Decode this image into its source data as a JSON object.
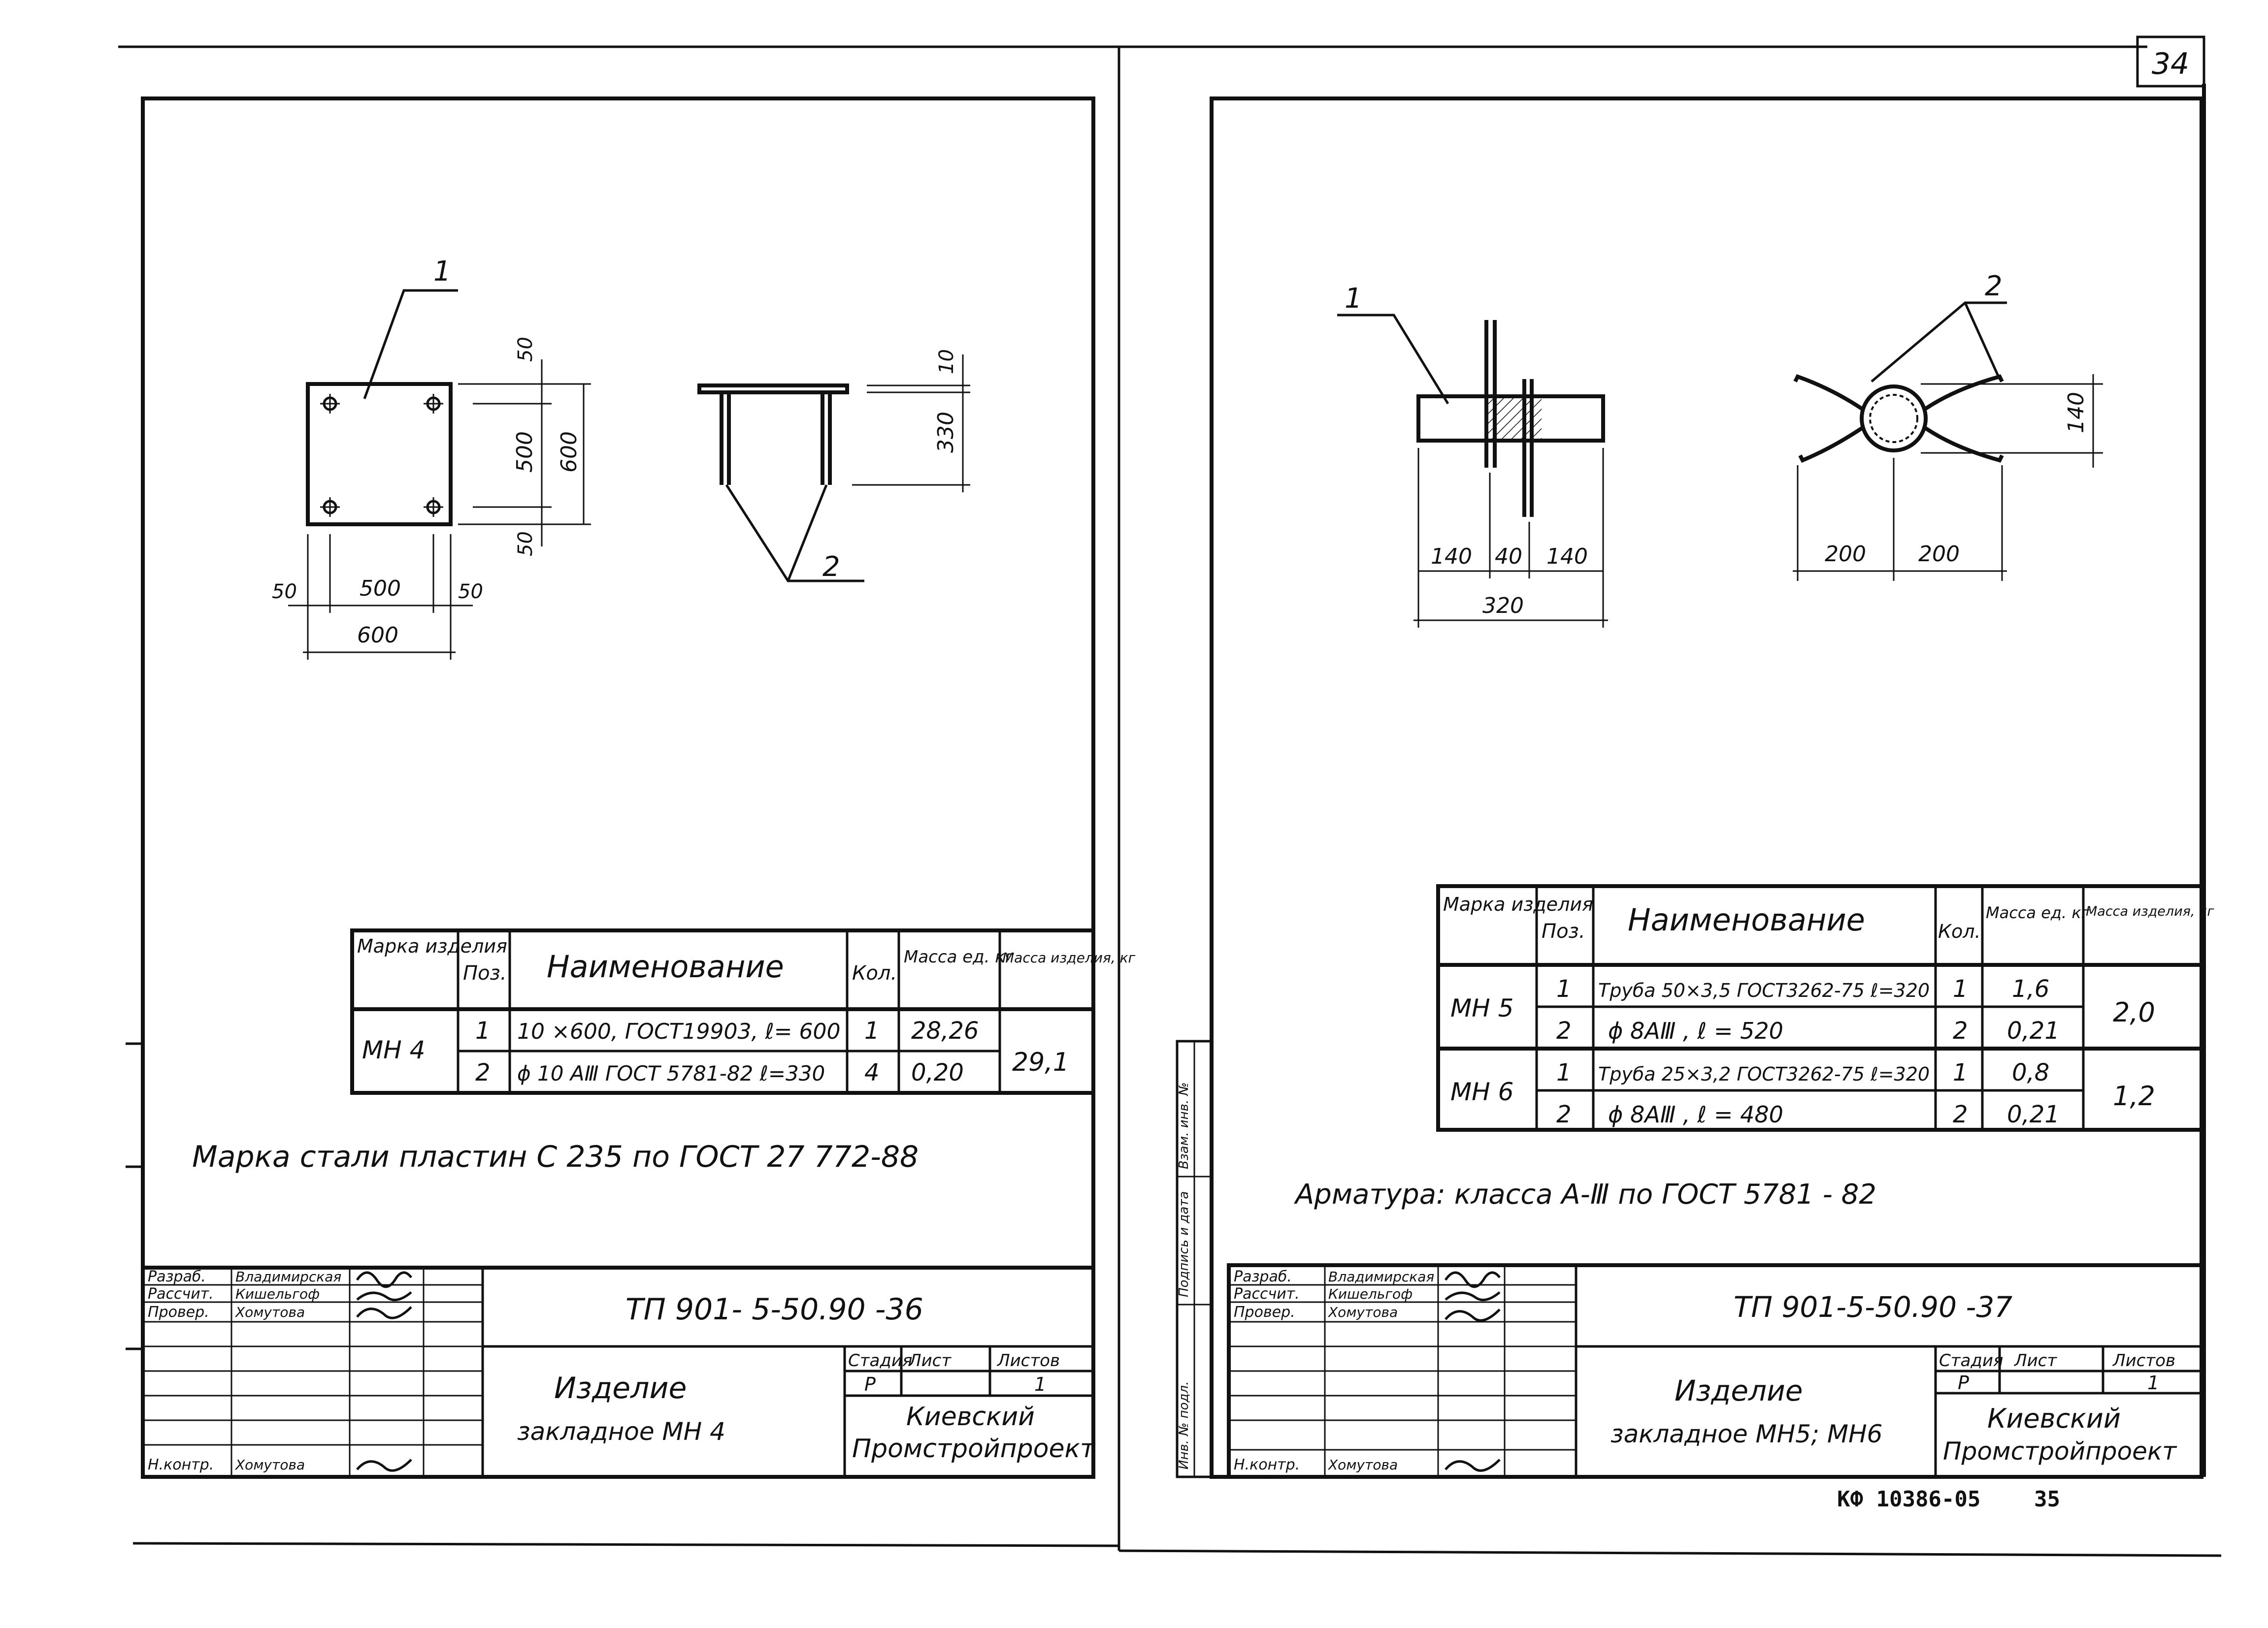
{
  "sheet_number": "34",
  "archive_code": "КФ 10386-05",
  "archive_page": "35",
  "side_stamp": [
    "Инв. № подл.",
    "Подпись и дата",
    "Взам. инв. №"
  ],
  "left": {
    "drawing": {
      "pos1": "1",
      "pos2": "2",
      "dims": {
        "h50a": "50",
        "h500": "500",
        "h600": "600",
        "h50b": "50",
        "w50a": "50",
        "w500": "500",
        "w50b": "50",
        "w600": "600",
        "t10": "10",
        "t330": "330"
      }
    },
    "table": {
      "headers": [
        "Марка изделия",
        "Поз.",
        "Наименование",
        "Кол.",
        "Масса ед. кг",
        "Масса изделия, кг"
      ],
      "mark": "МН 4",
      "rows": [
        {
          "pos": "1",
          "name": "10 ×600, ГОСТ19903, ℓ= 600",
          "qty": "1",
          "mass": "28,26"
        },
        {
          "pos": "2",
          "name": "ϕ 10 АⅢ ГОСТ 5781-82 ℓ=330",
          "qty": "4",
          "mass": "0,20"
        }
      ],
      "total": "29,1"
    },
    "note": "Марка стали пластин С 235 по ГОСТ 27 772-88",
    "title_block": {
      "roles": [
        "Разраб.",
        "Рассчит.",
        "Провер.",
        "",
        "",
        "Н.контр."
      ],
      "names": [
        "Владимирская",
        "Кишельгоф",
        "Хомутова",
        "",
        "",
        "Хомутова"
      ],
      "designation": "ТП 901- 5-50.90 -36",
      "item_name_1": "Изделие",
      "item_name_2": "закладное МН 4",
      "stage_label": "Стадия",
      "sheet_label": "Лист",
      "sheets_label": "Листов",
      "stage": "Р",
      "sheets": "1",
      "org_1": "Киевский",
      "org_2": "Промстройпроект"
    }
  },
  "right": {
    "drawing": {
      "pos1": "1",
      "pos2": "2",
      "dims": {
        "d140a": "140",
        "d40": "40",
        "d140b": "140",
        "d320": "320",
        "d200a": "200",
        "d200b": "200",
        "d140v": "140"
      }
    },
    "table": {
      "headers": [
        "Марка изделия",
        "Поз.",
        "Наименование",
        "Кол.",
        "Масса ед. кг",
        "Масса изделия, кг"
      ],
      "groups": [
        {
          "mark": "МН 5",
          "total": "2,0",
          "rows": [
            {
              "pos": "1",
              "name": "Труба 50×3,5 ГОСТ3262-75 ℓ=320",
              "qty": "1",
              "mass": "1,6"
            },
            {
              "pos": "2",
              "name": "ϕ 8АⅢ , ℓ = 520",
              "qty": "2",
              "mass": "0,21"
            }
          ]
        },
        {
          "mark": "МН 6",
          "total": "1,2",
          "rows": [
            {
              "pos": "1",
              "name": "Труба 25×3,2 ГОСТ3262-75 ℓ=320",
              "qty": "1",
              "mass": "0,8"
            },
            {
              "pos": "2",
              "name": "ϕ 8АⅢ , ℓ = 480",
              "qty": "2",
              "mass": "0,21"
            }
          ]
        }
      ]
    },
    "note": "Арматура: класса А-Ⅲ по ГОСТ 5781 - 82",
    "title_block": {
      "roles": [
        "Разраб.",
        "Рассчит.",
        "Провер.",
        "",
        "",
        "Н.контр."
      ],
      "names": [
        "Владимирская",
        "Кишельгоф",
        "Хомутова",
        "",
        "",
        "Хомутова"
      ],
      "designation": "ТП 901-5-50.90 -37",
      "item_name_1": "Изделие",
      "item_name_2": "закладное МН5; МН6",
      "stage_label": "Стадия",
      "sheet_label": "Лист",
      "sheets_label": "Листов",
      "stage": "Р",
      "sheets": "1",
      "org_1": "Киевский",
      "org_2": "Промстройпроект"
    }
  }
}
